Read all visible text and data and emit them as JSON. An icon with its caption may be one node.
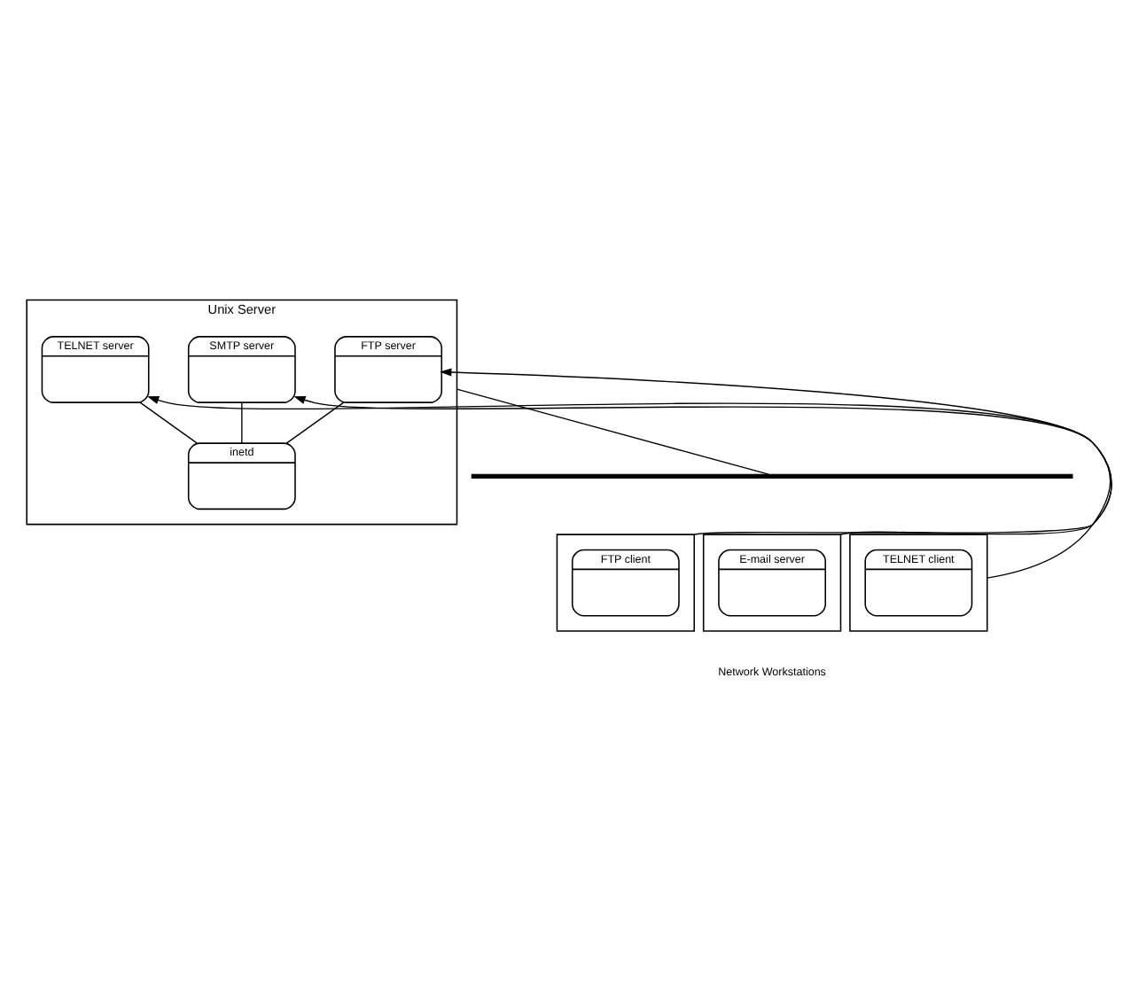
{
  "diagram": {
    "nodes": [
      {
        "text": [
          "Unix Server"
        ]
      },
      {
        "text": [
          "FTP server"
        ],
        "in": 0
      },
      {
        "text": [
          "SMTP server"
        ],
        "in": 0
      },
      {
        "text": [
          "TELNET server"
        ],
        "in": 0
      },
      {
        "text": [
          "inetd"
        ],
        "in": 0
      },
      {
        "text": [],
        "shape": "bar"
      },
      {
        "text": [],
        "shape": "box"
      },
      {
        "text": [
          "FTP client"
        ],
        "in": 6
      },
      {
        "text": [],
        "shape": "box"
      },
      {
        "text": [
          "E-mail server"
        ],
        "in": 8
      },
      {
        "text": [],
        "shape": "box"
      },
      {
        "text": [
          "TELNET client"
        ],
        "in": 10
      }
    ],
    "edges": [
      {
        "from": 1,
        "to": 4,
        "arrow": "none"
      },
      {
        "from": 2,
        "to": 4,
        "arrow": "none"
      },
      {
        "from": 3,
        "to": 4,
        "arrow": "none"
      },
      {
        "from": 0,
        "to": 5,
        "arrow": "none"
      },
      {
        "from": 6,
        "to": 1,
        "arrow": "to"
      },
      {
        "from": 8,
        "to": 2,
        "arrow": "to"
      },
      {
        "from": 10,
        "to": 3,
        "arrow": "to"
      }
    ],
    "labels": [
      "Network Workstations"
    ]
  }
}
